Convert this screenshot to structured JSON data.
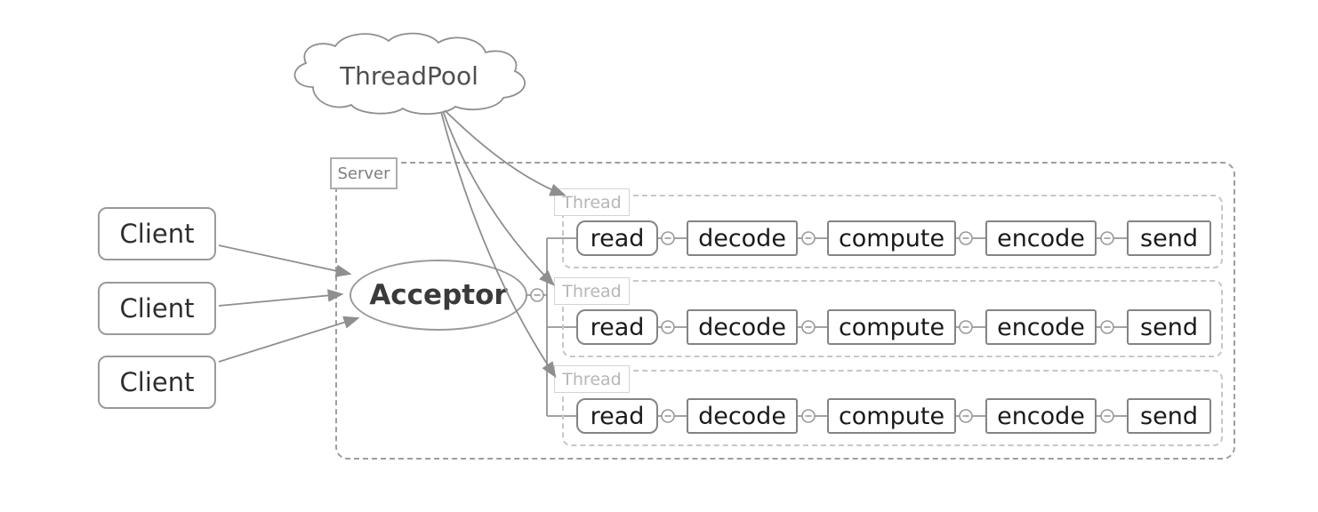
{
  "threadpool": {
    "label": "ThreadPool"
  },
  "clients": [
    {
      "label": "Client"
    },
    {
      "label": "Client"
    },
    {
      "label": "Client"
    }
  ],
  "server": {
    "label": "Server",
    "acceptor": {
      "label": "Acceptor"
    },
    "threads": [
      {
        "label": "Thread",
        "tasks": [
          "read",
          "decode",
          "compute",
          "encode",
          "send"
        ]
      },
      {
        "label": "Thread",
        "tasks": [
          "read",
          "decode",
          "compute",
          "encode",
          "send"
        ]
      },
      {
        "label": "Thread",
        "tasks": [
          "read",
          "decode",
          "compute",
          "encode",
          "send"
        ]
      }
    ]
  },
  "icons": {
    "port": "circled-minus-port",
    "arrow": "gray-arrowhead"
  },
  "colors": {
    "line": "#8f8f8f",
    "node_border": "#9a9a9a",
    "task_border": "#848484",
    "dark_text": "#1a1a1a",
    "muted_text": "#7f7f7f",
    "faint_text": "#b6b6b6",
    "server_dash": "#9e9e9e",
    "thread_dash": "#c7c7c7",
    "background": "#ffffff"
  }
}
